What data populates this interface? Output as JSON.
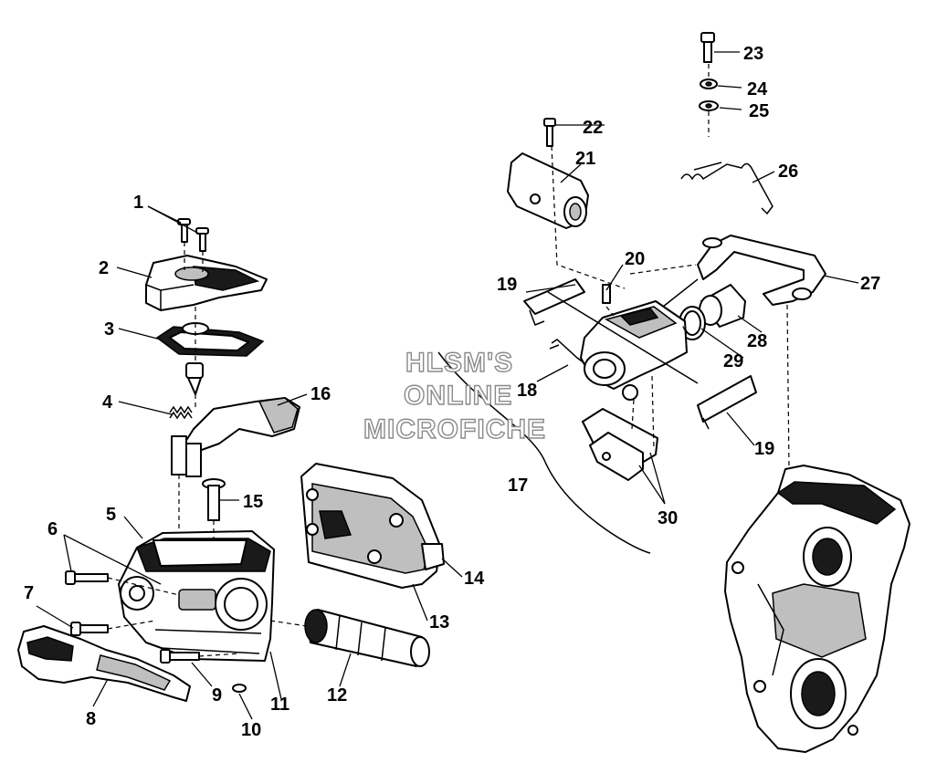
{
  "watermark": {
    "line1": "HLSM'S",
    "line2": "ONLINE",
    "line3": "MICROFICHE"
  },
  "callouts": {
    "c1": "1",
    "c2": "2",
    "c3": "3",
    "c4": "4",
    "c5": "5",
    "c6": "6",
    "c7": "7",
    "c8": "8",
    "c9": "9",
    "c10": "10",
    "c11": "11",
    "c12": "12",
    "c13": "13",
    "c14": "14",
    "c15": "15",
    "c16": "16",
    "c17": "17",
    "c18": "18",
    "c19a": "19",
    "c19b": "19",
    "c20": "20",
    "c21": "21",
    "c22": "22",
    "c23": "23",
    "c24": "24",
    "c25": "25",
    "c26": "26",
    "c27": "27",
    "c28": "28",
    "c29": "29",
    "c30": "30"
  }
}
